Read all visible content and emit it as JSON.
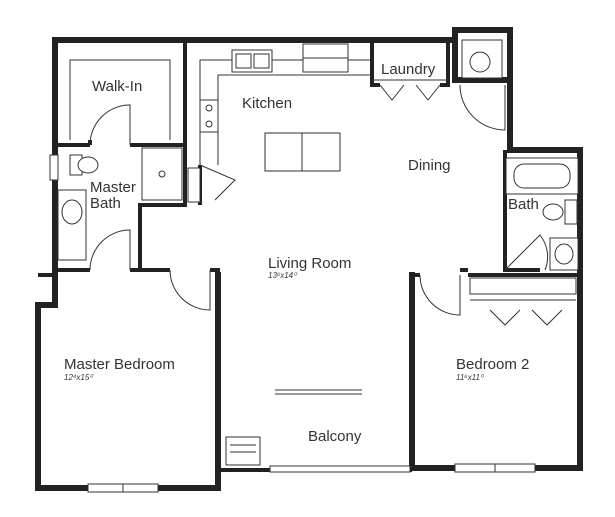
{
  "rooms": {
    "walk_in": "Walk-In",
    "kitchen": "Kitchen",
    "laundry": "Laundry",
    "dining": "Dining",
    "master_bath_line1": "Master",
    "master_bath_line2": "Bath",
    "bath": "Bath",
    "living_room": "Living Room",
    "living_room_dim": "13⁶x14⁰",
    "master_bedroom": "Master Bedroom",
    "master_bedroom_dim": "12⁴x15⁰",
    "bedroom_2": "Bedroom 2",
    "bedroom_2_dim": "11⁶x11⁰",
    "balcony": "Balcony"
  }
}
